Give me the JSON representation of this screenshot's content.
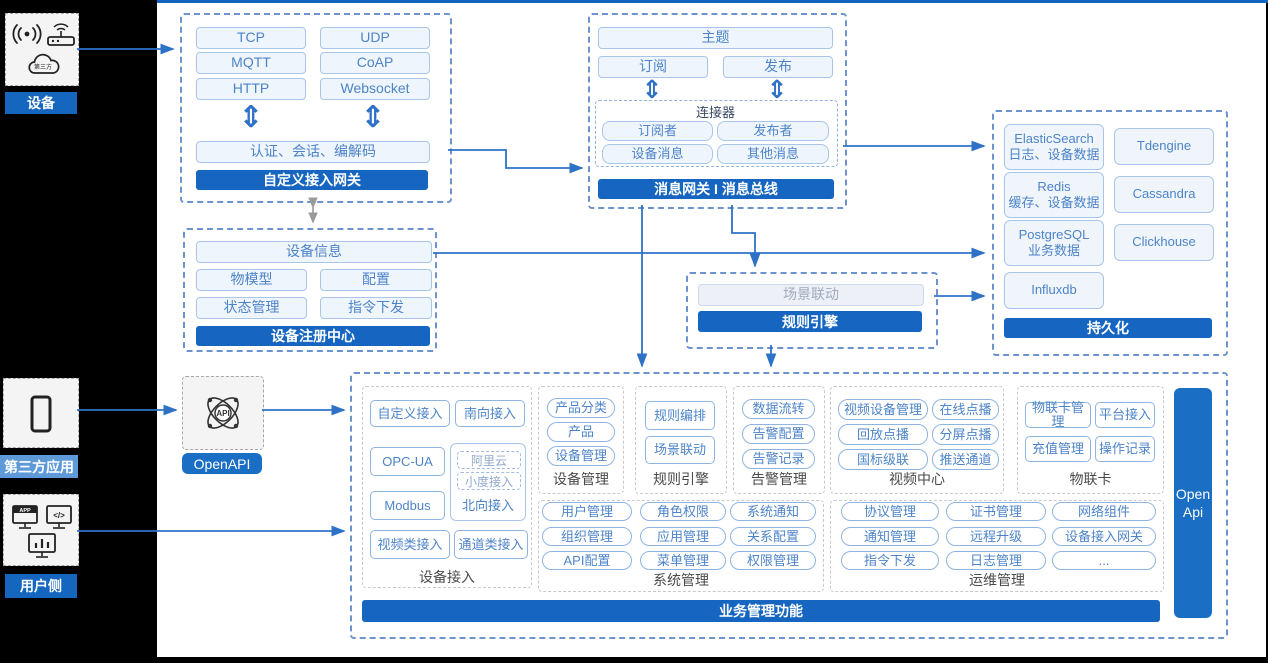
{
  "colors": {
    "accent": "#1666c1",
    "accent_light": "#5e9ad8",
    "arrow": "#2e72c8",
    "pill_text": "#4d84c8",
    "pill_border": "#a9c6e8"
  },
  "icons": {
    "double_arrow": "⇕",
    "small_double_arrow": "↕"
  },
  "left_rail": {
    "device": {
      "label": "设备",
      "cloud_text": "第三方"
    },
    "third_party": {
      "label": "第三方应用"
    },
    "user_side": {
      "label": "用户侧"
    }
  },
  "gateway_box": {
    "protocols": [
      "TCP",
      "UDP",
      "MQTT",
      "CoAP",
      "HTTP",
      "Websocket"
    ],
    "session": "认证、会话、编解码",
    "title": "自定义接入网关"
  },
  "registry_box": {
    "info": "设备信息",
    "pills": [
      "物模型",
      "配置",
      "状态管理",
      "指令下发"
    ],
    "title": "设备注册中心"
  },
  "message_box": {
    "topic": "主题",
    "subscribe": "订阅",
    "publish": "发布",
    "connector": {
      "title": "连接器",
      "pills": [
        "订阅者",
        "发布者",
        "设备消息",
        "其他消息"
      ]
    },
    "title": "消息网关 I 消息总线"
  },
  "persistence_box": {
    "items": [
      {
        "name": "ElasticSearch",
        "desc": "日志、设备数据"
      },
      {
        "name": "Tdengine",
        "desc": ""
      },
      {
        "name": "Redis",
        "desc": "缓存、设备数据"
      },
      {
        "name": "Cassandra",
        "desc": ""
      },
      {
        "name": "PostgreSQL",
        "desc": "业务数据"
      },
      {
        "name": "Clickhouse",
        "desc": ""
      },
      {
        "name": "Influxdb",
        "desc": ""
      }
    ],
    "title": "持久化"
  },
  "rule_box": {
    "scene": "场景联动",
    "title": "规则引擎"
  },
  "openapi": {
    "label": "OpenAPI"
  },
  "business_box": {
    "title": "业务管理功能",
    "open_api_bar": "Open Api",
    "device_access": {
      "label": "设备接入",
      "pills": [
        "自定义接入",
        "南向接入",
        "OPC-UA",
        "Modbus",
        "视频类接入",
        "通道类接入"
      ],
      "north": {
        "label": "北向接入",
        "sub": [
          "阿里云",
          "小度接入"
        ]
      }
    },
    "device_mgmt": {
      "label": "设备管理",
      "pills": [
        "产品分类",
        "产品",
        "设备管理"
      ]
    },
    "rule_engine": {
      "label": "规则引擎",
      "pills": [
        "规则编排",
        "场景联动"
      ]
    },
    "alarm": {
      "label": "告警管理",
      "pills": [
        "数据流转",
        "告警配置",
        "告警记录"
      ]
    },
    "video": {
      "label": "视频中心",
      "pills": [
        "视频设备管理",
        "在线点播",
        "回放点播",
        "分屏点播",
        "国标级联",
        "推送通道"
      ]
    },
    "iot_card": {
      "label": "物联卡",
      "pills": [
        "物联卡管理",
        "平台接入",
        "充值管理",
        "操作记录"
      ]
    },
    "system": {
      "label": "系统管理",
      "pills": [
        "用户管理",
        "角色权限",
        "系统通知",
        "组织管理",
        "应用管理",
        "关系配置",
        "API配置",
        "菜单管理",
        "权限管理"
      ]
    },
    "ops": {
      "label": "运维管理",
      "pills": [
        "协议管理",
        "证书管理",
        "网络组件",
        "通知管理",
        "远程升级",
        "设备接入网关",
        "指令下发",
        "日志管理",
        "..."
      ]
    }
  }
}
